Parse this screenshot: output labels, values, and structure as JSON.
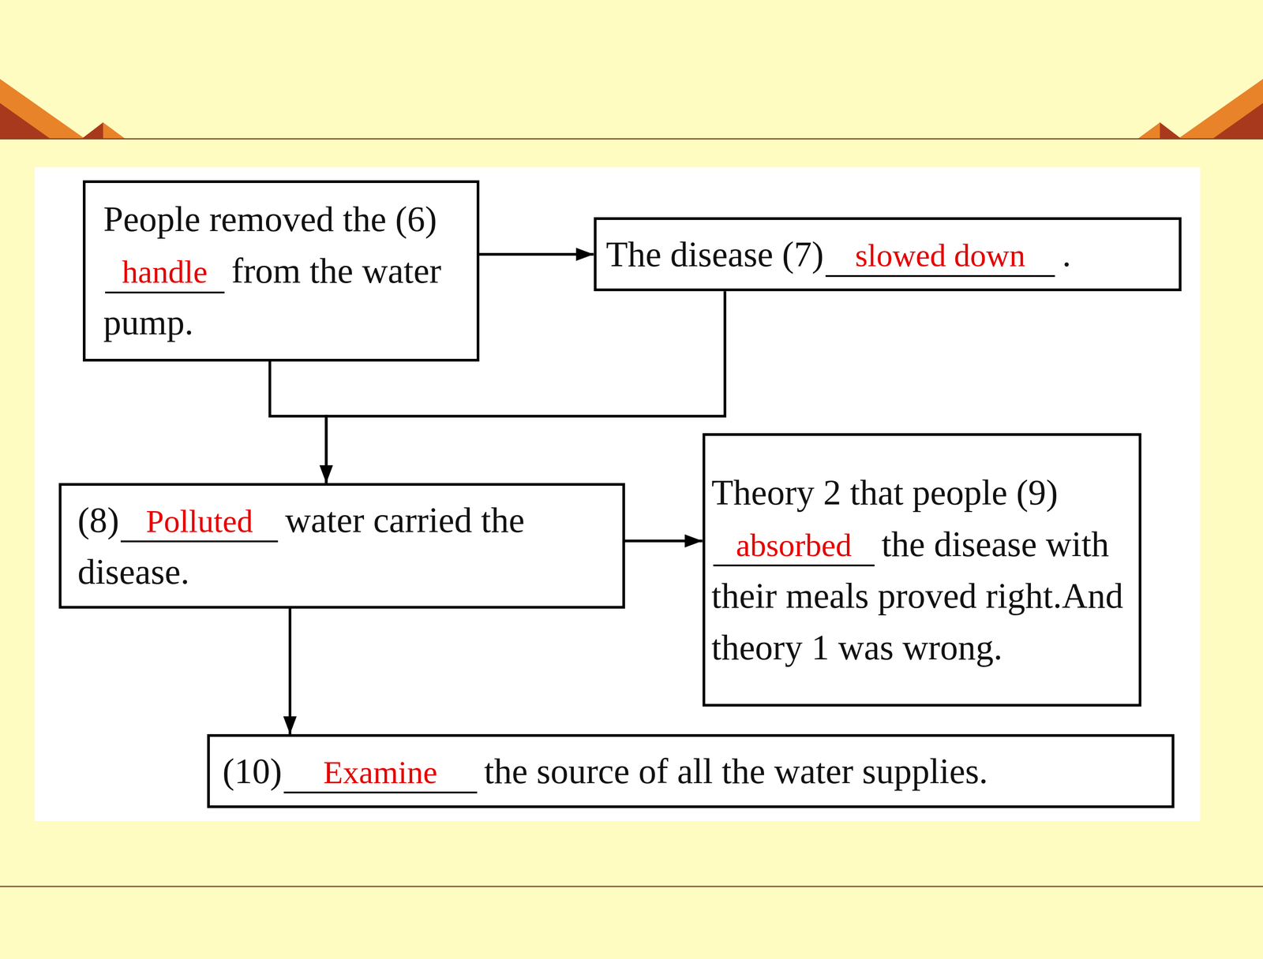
{
  "diagram": {
    "nodes": [
      {
        "text": [
          "People removed the (6)",
          "handle",
          "from the water pump."
        ]
      },
      {
        "text": [
          "The disease (7)",
          "slowed down",
          "."
        ]
      },
      {
        "text": [
          "(8)",
          "Polluted",
          "water carried the disease."
        ]
      },
      {
        "text": [
          "Theory 2 that people (9)",
          "absorbed",
          "the disease with their meals proved right.And theory 1 was wrong."
        ]
      },
      {
        "text": [
          "(10)",
          "Examine",
          "the source of all the water supplies."
        ]
      }
    ],
    "edges": [
      {
        "from": 0,
        "to": 1,
        "arrow": "to"
      },
      {
        "from": 0,
        "to": 2,
        "arrow": "to"
      },
      {
        "from": 1,
        "to": 2,
        "arrow": "to"
      },
      {
        "from": 2,
        "to": 3,
        "arrow": "to"
      },
      {
        "from": 2,
        "to": 4,
        "arrow": "to"
      }
    ]
  }
}
